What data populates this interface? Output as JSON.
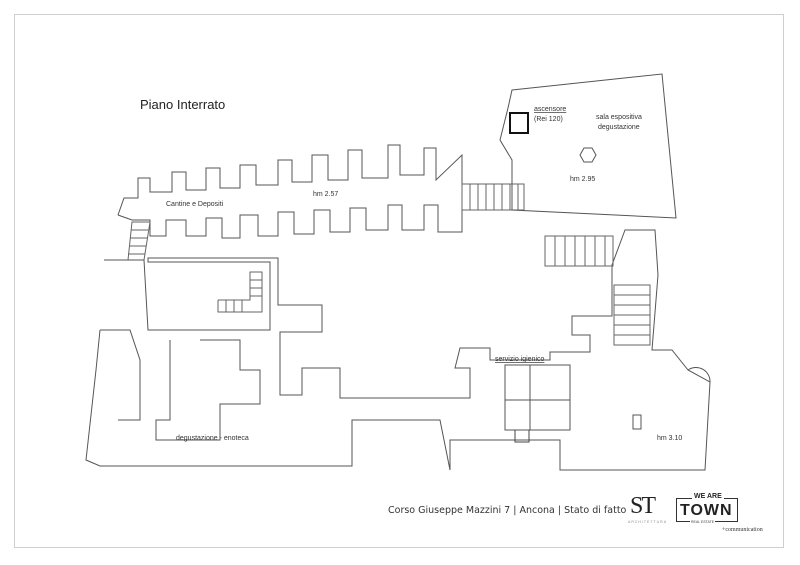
{
  "plan": {
    "title": "Piano Interrato",
    "labels": {
      "ascensore": "ascensore",
      "rei": "(Rei 120)",
      "sala1": "sala espositiva",
      "sala2": "degustazione",
      "hm_sala": "hm 2.95",
      "cantine": "Cantine e Depositi",
      "hm_cantine": "hm 2.57",
      "servizio": "servizio igienico",
      "enoteca": "degustazione - enoteca",
      "hm_east": "hm 3.10"
    }
  },
  "footer": {
    "address": "Corso Giuseppe Mazzini 7 | Ancona | Stato di fatto",
    "logo_st": "ST",
    "logo_st_sub": "ARCHITETTURA",
    "logo_town_top": "WE ARE",
    "logo_town": "TOWN",
    "logo_town_sub": "REAL ESTATE",
    "logo_town_comm": "+communication"
  }
}
